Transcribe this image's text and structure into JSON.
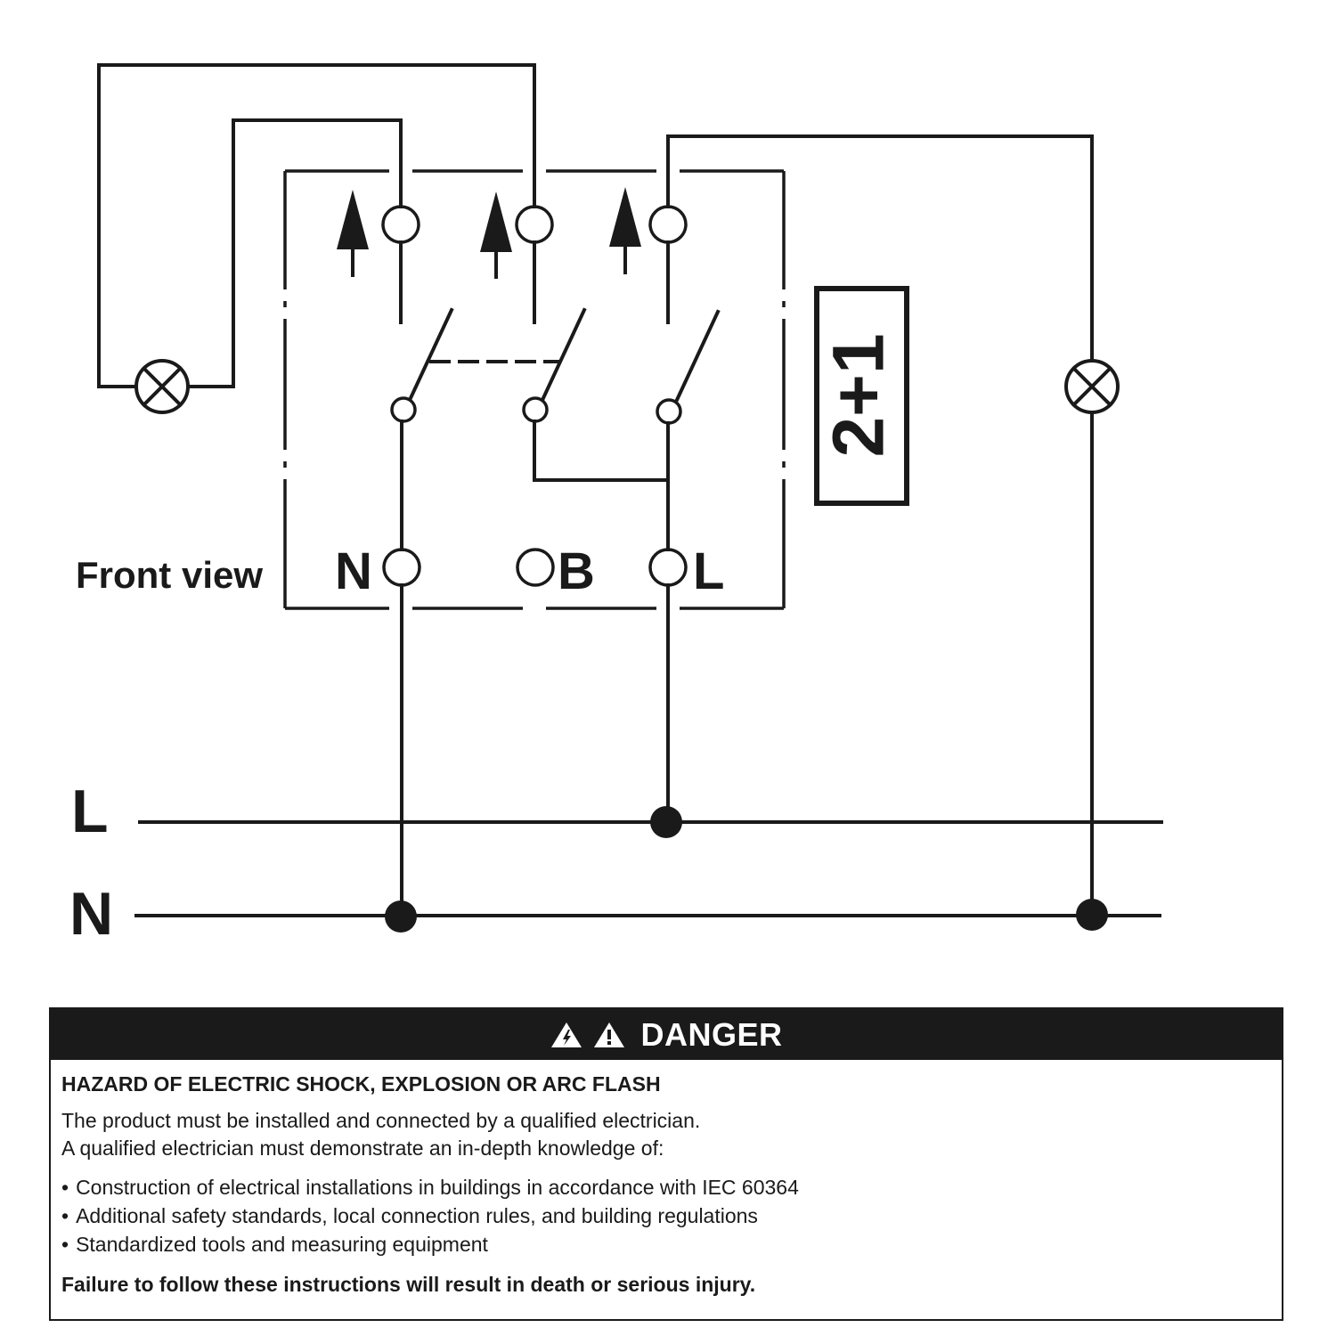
{
  "diagram": {
    "view_label": "Front view",
    "terminal_n": "N",
    "terminal_b": "B",
    "terminal_l": "L",
    "badge": "2+1",
    "line_l": "L",
    "line_n": "N"
  },
  "danger": {
    "header": "DANGER",
    "icons": [
      "electric-shock-warning-icon",
      "general-warning-icon"
    ],
    "hazard_title": "HAZARD OF ELECTRIC SHOCK, EXPLOSION OR ARC FLASH",
    "lines": [
      "The product must be installed and connected by a qualified electrician.",
      "A qualified electrician must demonstrate an in-depth knowledge of:"
    ],
    "bullets": [
      "Construction of electrical installations in buildings in accordance with IEC 60364",
      "Additional safety standards, local connection rules, and building regulations",
      "Standardized tools and measuring equipment"
    ],
    "warning": "Failure to follow these instructions will result in death or serious injury."
  },
  "colors": {
    "ink": "#1a1a1a",
    "background": "#ffffff"
  }
}
